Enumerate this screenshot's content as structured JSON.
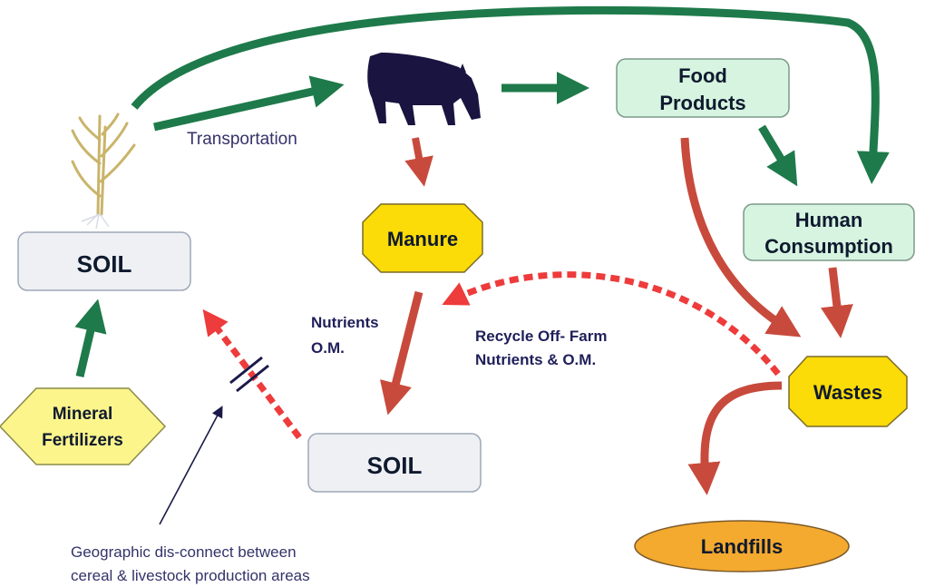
{
  "nodes": {
    "soil_top": "SOIL",
    "soil_bottom": "SOIL",
    "mineral_fertilizers": [
      "Mineral",
      "Fertilizers"
    ],
    "manure": "Manure",
    "food_products": [
      "Food",
      "Products"
    ],
    "human_consumption": [
      "Human",
      "Consumption"
    ],
    "wastes": "Wastes",
    "landfills": "Landfills"
  },
  "labels": {
    "transportation": "Transportation",
    "nutrients_om": [
      "Nutrients",
      "O.M."
    ],
    "recycle": [
      "Recycle Off- Farm",
      "Nutrients & O.M."
    ],
    "geographic": [
      "Geographic dis-connect between",
      "cereal & livestock production areas"
    ]
  },
  "icons": [
    "cereal-plant-icon",
    "cow-icon"
  ],
  "colors": {
    "green_arrow": "#1e7a4a",
    "red_arrow": "#c84a3c",
    "dashed_red": "#ee3b3b",
    "soil_fill": "#eef0f4",
    "green_box_fill": "#d6f4e0",
    "yellow_fill": "#fbdb08",
    "pale_yellow_fill": "#fcf58c",
    "landfill_fill": "#f4a92f",
    "cow": "#1a1440"
  }
}
